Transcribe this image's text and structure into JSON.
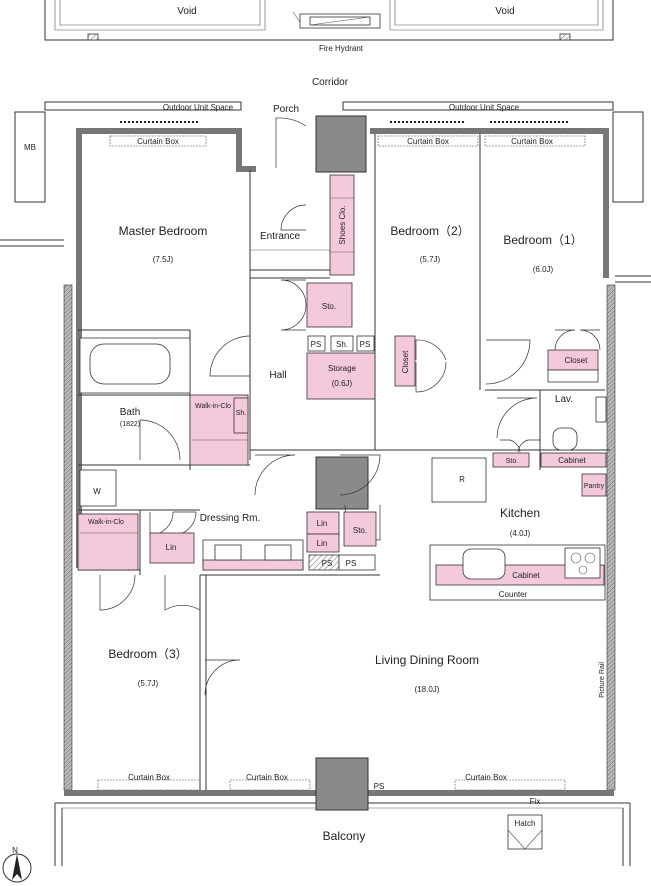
{
  "outside": {
    "void_left": "Void",
    "void_right": "Void",
    "fire_hydrant": "Fire Hydrant",
    "corridor": "Corridor",
    "outdoor_unit_left": "Outdoor Unit Space",
    "outdoor_unit_right": "Outdoor Unit Space",
    "porch": "Porch",
    "mb": "MB",
    "balcony": "Balcony",
    "hatch": "Hatch",
    "fix": "Fix",
    "north": "N"
  },
  "rooms": {
    "master_bedroom": {
      "name": "Master Bedroom",
      "size": "(7.5J)"
    },
    "bedroom2": {
      "name": "Bedroom（2）",
      "size": "(5.7J)"
    },
    "bedroom1": {
      "name": "Bedroom（1）",
      "size": "(6.0J)"
    },
    "bedroom3": {
      "name": "Bedroom（3）",
      "size": "(5.7J)"
    },
    "living": {
      "name": "Living Dining Room",
      "size": "(18.0J)"
    },
    "kitchen": {
      "name": "Kitchen",
      "size": "(4.0J)"
    },
    "storage": {
      "name": "Storage",
      "size": "(0.6J)"
    },
    "bath": {
      "name": "Bath",
      "size": "(1822)"
    },
    "entrance": "Entrance",
    "hall": "Hall",
    "dressing": "Dressing Rm.",
    "lav": "Lav."
  },
  "fixtures": {
    "curtain_box": "Curtain Box",
    "shoes_closet": "Shoes Clo.",
    "sto": "Sto.",
    "sh": "Sh.",
    "ps": "PS",
    "closet": "Closet",
    "walk_in_closet": "Walk-in-Clo",
    "w": "W",
    "lin": "Lin",
    "r": "R",
    "pantry": "Pantry",
    "cabinet": "Cabinet",
    "counter": "Counter",
    "picture_rail": "Picture Rail"
  }
}
